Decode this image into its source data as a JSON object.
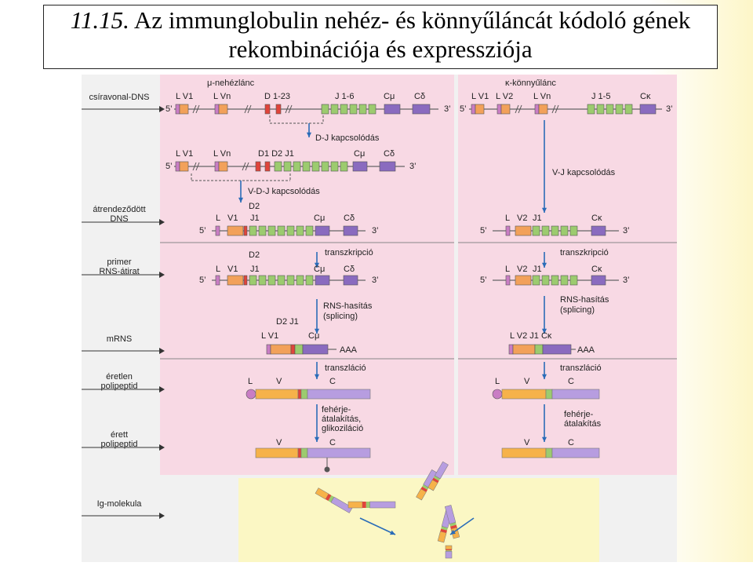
{
  "slide": {
    "title_number": "11.15.",
    "title_line1": "Az immunglobulin nehéz- és könnyűláncát kódoló gének",
    "title_line2": "rekombinációja és expressziója"
  },
  "colors": {
    "pink_panel": "#f8d9e4",
    "exon_orange": "#f2a15a",
    "exon_green": "#9ccb6f",
    "exon_purple": "#8a6bbf",
    "exon_violet": "#c97dc4",
    "exon_red": "#e0443b",
    "arrow_blue": "#2a6cb8"
  },
  "rows": {
    "germline": "csíravonal-DNS",
    "rearranged": "átrendeződött\nDNS",
    "primary": "primer\nRNS-átirat",
    "mrna": "mRNS",
    "immature": "éretlen\npolipeptid",
    "mature": "érett\npolipeptid",
    "ig": "Ig-molekula"
  },
  "heavy": {
    "header": "μ-nehézlánc",
    "g_LV1": "L V1",
    "g_LVn": "L Vn",
    "g_D": "D 1-23",
    "g_J": "J 1-6",
    "g_Cmu": "Cμ",
    "g_Cdelta": "Cδ",
    "dj_step": "D-J kapcsolódás",
    "i_LV1": "L V1",
    "i_LVn": "L Vn",
    "i_D1D2J1": "D1 D2 J1",
    "i_Cmu": "Cμ",
    "i_Cdelta": "Cδ",
    "vdj_step": "V-D-J kapcsolódás",
    "r_D2": "D2",
    "r_L": "L",
    "r_V1": "V1",
    "r_J1": "J1",
    "r_Cmu": "Cμ",
    "r_Cdelta": "Cδ",
    "transcription": "transzkripció",
    "p_D2": "D2",
    "p_L": "L",
    "p_V1": "V1",
    "p_J1": "J1",
    "p_Cmu": "Cμ",
    "p_Cdelta": "Cδ",
    "splicing": "RNS-hasítás\n(splicing)",
    "m_D2J1": "D2  J1",
    "m_LV1": "L  V1",
    "m_Cmu": "Cμ",
    "m_AAA": "AAA",
    "translation": "transzláció",
    "u_L": "L",
    "u_V": "V",
    "u_C": "C",
    "processing": "fehérje-\nátalakítás,\nglikoziláció",
    "t_V": "V",
    "t_C": "C"
  },
  "light": {
    "header": "κ-könnyűlánc",
    "g_LV1": "L V1",
    "g_LV2": "L V2",
    "g_LVn": "L Vn",
    "g_J": "J 1-5",
    "g_Ck": "Cκ",
    "vj_step": "V-J kapcsolódás",
    "r_L": "L",
    "r_V2": "V2",
    "r_J1": "J1",
    "r_Ck": "Cκ",
    "transcription": "transzkripció",
    "p_L": "L",
    "p_V2": "V2",
    "p_J1": "J1",
    "p_Ck": "Cκ",
    "splicing": "RNS-hasítás\n(splicing)",
    "m_LV2J1Ck": "L V2 J1 Cκ",
    "m_AAA": "AAA",
    "translation": "transzláció",
    "u_L": "L",
    "u_V": "V",
    "u_C": "C",
    "processing": "fehérje-\nátalakítás",
    "t_V": "V",
    "t_C": "C"
  },
  "ends": {
    "five": "5’",
    "three": "3’"
  }
}
